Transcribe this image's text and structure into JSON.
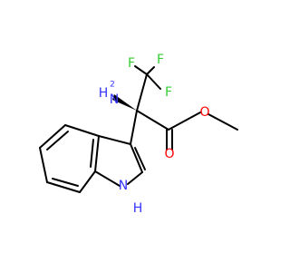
{
  "molecule": {
    "colors": {
      "bond": "#000000",
      "fluorine": "#33cc33",
      "nitrogen": "#3333ff",
      "oxygen": "#ff0000"
    },
    "labels": {
      "f_top_left": "F",
      "f_top_right": "F",
      "f_right": "F",
      "amine_h": "H",
      "amine_n": "N",
      "amine_subscript": "2",
      "carbonyl_o": "O",
      "ester_o": "O",
      "indole_n": "N",
      "indole_h": "H"
    }
  }
}
